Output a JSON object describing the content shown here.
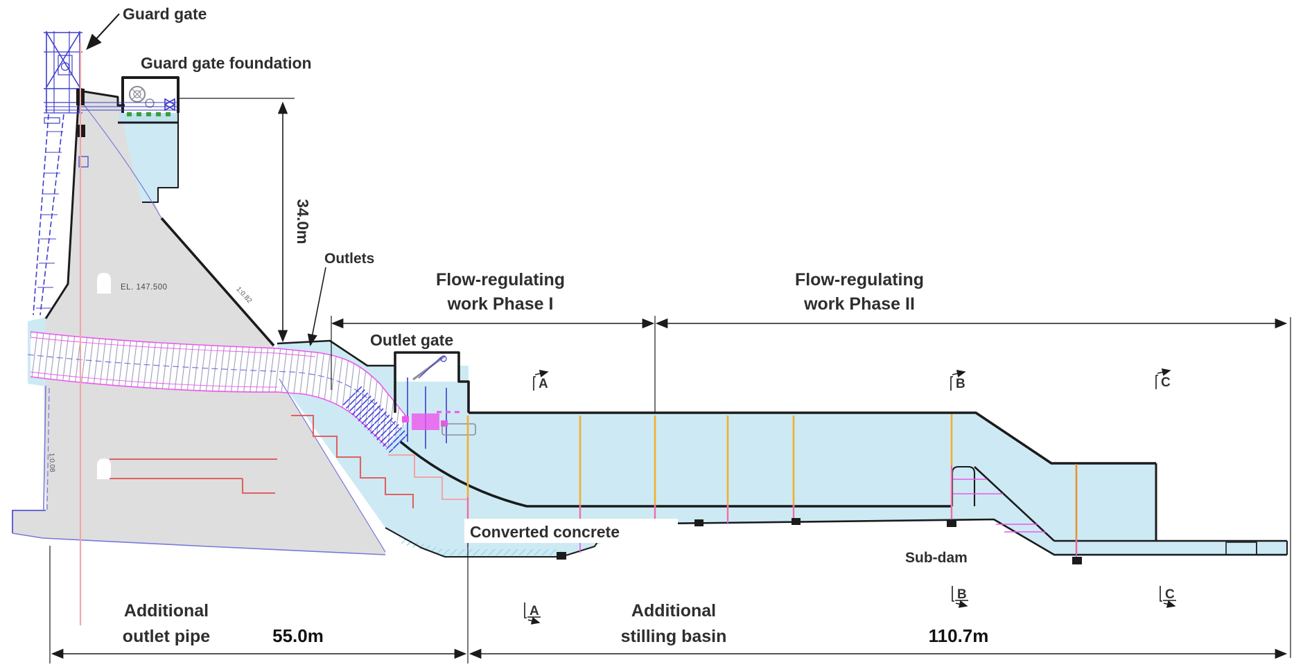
{
  "figure": {
    "type": "engineering-cross-section",
    "description": "Dam outlet works and additional stilling basin renovation, longitudinal section",
    "labels": {
      "guard_gate": "Guard gate",
      "guard_gate_foundation": "Guard gate foundation",
      "outlets": "Outlets",
      "outlet_gate": "Outlet gate",
      "phase1_line1": "Flow-regulating",
      "phase1_line2": "work Phase I",
      "phase2_line1": "Flow-regulating",
      "phase2_line2": "work Phase II",
      "converted_concrete": "Converted concrete",
      "sub_dam": "Sub-dam",
      "add_outlet_line1": "Additional",
      "add_outlet_line2": "outlet pipe",
      "add_basin_line1": "Additional",
      "add_basin_line2": "stilling basin"
    },
    "dimensions": {
      "dam_height": "34.0m",
      "outlet_pipe_length": "55.0m",
      "stilling_basin_length": "110.7m"
    },
    "annotations": {
      "elevation": "EL. 147.500",
      "downstream_slope": "1:0.82",
      "upstream_slope": "1:0.08"
    },
    "section_markers": {
      "a": "A",
      "b": "B",
      "c": "C"
    },
    "colors": {
      "existing_concrete": "#dedede",
      "new_concrete": "#cdeaf4",
      "new_concrete_dark": "#bfe2ee",
      "outline": "#1b1b1b",
      "label": "#2e2e2e",
      "cad_blue": "#3c3ccc",
      "cad_blue_light": "#7878dc",
      "joint_yellow": "#f2ae2e",
      "joint_orange": "#ee8f2e",
      "joint_magenta": "#ee55ee",
      "demolition_red": "#e06060",
      "centerline_red": "#f2a5a5",
      "machinery_grey": "#8c8c98",
      "green_mark": "#3a9e3a"
    }
  }
}
